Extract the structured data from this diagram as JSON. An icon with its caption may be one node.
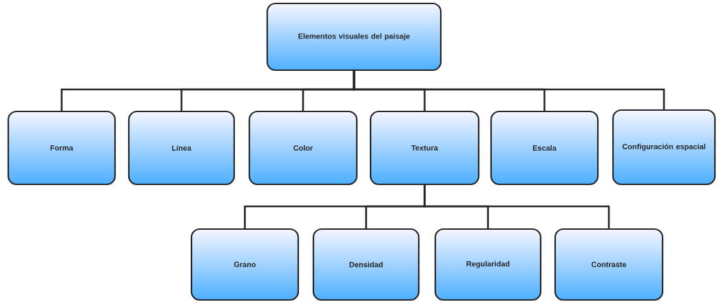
{
  "diagram": {
    "nodes": [
      {
        "text": [
          "Elementos visuales del paisaje"
        ]
      },
      {
        "text": [
          "Forma"
        ]
      },
      {
        "text": [
          "Línea"
        ]
      },
      {
        "text": [
          "Color"
        ]
      },
      {
        "text": [
          "Textura"
        ]
      },
      {
        "text": [
          "Escala"
        ]
      },
      {
        "text": [
          "Configuración espacial"
        ]
      },
      {
        "text": [
          "Grano"
        ]
      },
      {
        "text": [
          "Densidad"
        ]
      },
      {
        "text": [
          "Regularidad"
        ]
      },
      {
        "text": [
          "Contraste"
        ]
      }
    ],
    "edges": [
      {
        "from": 0,
        "to": 1,
        "arrow": "none"
      },
      {
        "from": 0,
        "to": 2,
        "arrow": "none"
      },
      {
        "from": 0,
        "to": 3,
        "arrow": "none"
      },
      {
        "from": 0,
        "to": 4,
        "arrow": "none"
      },
      {
        "from": 0,
        "to": 5,
        "arrow": "none"
      },
      {
        "from": 0,
        "to": 6,
        "arrow": "none"
      },
      {
        "from": 4,
        "to": 7,
        "arrow": "none"
      },
      {
        "from": 4,
        "to": 8,
        "arrow": "none"
      },
      {
        "from": 4,
        "to": 9,
        "arrow": "none"
      },
      {
        "from": 4,
        "to": 10,
        "arrow": "none"
      }
    ]
  }
}
